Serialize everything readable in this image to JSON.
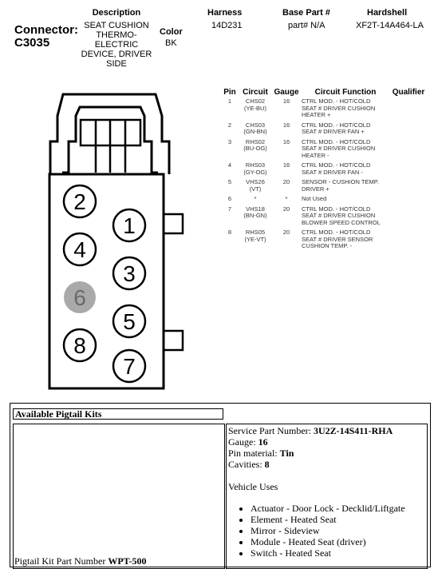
{
  "header": {
    "connector_label": "Connector:",
    "connector_id": "C3035",
    "description_head": "Description",
    "description_lines": [
      "SEAT CUSHION",
      "THERMO-",
      "ELECTRIC",
      "DEVICE, DRIVER",
      "SIDE"
    ],
    "color_head": "Color",
    "color_value": "BK",
    "harness_head": "Harness",
    "harness_value": "14D231",
    "base_part_head": "Base Part #",
    "base_part_value": "part# N/A",
    "hardshell_head": "Hardshell",
    "hardshell_value": "XF2T-14A464-LA"
  },
  "pin_table": {
    "headers": [
      "Pin",
      "Circuit",
      "Gauge",
      "Circuit Function",
      "Qualifier"
    ],
    "rows": [
      {
        "pin": "1",
        "circuit": [
          "CHS02",
          "(YE-BU)"
        ],
        "gauge": "16",
        "function": [
          "CTRL MOD. - HOT/COLD",
          "SEAT # DRIVER CUSHION",
          "HEATER +"
        ]
      },
      {
        "pin": "2",
        "circuit": [
          "CHS03",
          "(GN-BN)"
        ],
        "gauge": "16",
        "function": [
          "CTRL MOD. - HOT/COLD",
          "SEAT # DRIVER FAN +"
        ]
      },
      {
        "pin": "3",
        "circuit": [
          "RHS02",
          "(BU-OG)"
        ],
        "gauge": "16",
        "function": [
          "CTRL MOD. - HOT/COLD",
          "SEAT # DRIVER CUSHION",
          "HEATER -"
        ]
      },
      {
        "pin": "4",
        "circuit": [
          "RHS03",
          "(GY-OG)"
        ],
        "gauge": "16",
        "function": [
          "CTRL MOD. - HOT/COLD",
          "SEAT # DRIVER FAN -"
        ]
      },
      {
        "pin": "5",
        "circuit": [
          "VHS26",
          "(VT)"
        ],
        "gauge": "20",
        "function": [
          "SENSOR - CUSHION TEMP.",
          "DRIVER +"
        ]
      },
      {
        "pin": "6",
        "circuit": [
          "*"
        ],
        "gauge": "*",
        "function": [
          "Not Used"
        ]
      },
      {
        "pin": "7",
        "circuit": [
          "VHS18",
          "(BN-GN)"
        ],
        "gauge": "20",
        "function": [
          "CTRL MOD. - HOT/COLD",
          "SEAT # DRIVER CUSHION",
          "BLOWER SPEED CONTROL"
        ]
      },
      {
        "pin": "8",
        "circuit": [
          "RHS05",
          "(YE-VT)"
        ],
        "gauge": "20",
        "function": [
          "CTRL MOD. - HOT/COLD",
          "SEAT # DRIVER SENSOR",
          "CUSHION TEMP. -"
        ]
      }
    ]
  },
  "diagram": {
    "pins": [
      {
        "num": "1",
        "used": true
      },
      {
        "num": "2",
        "used": true
      },
      {
        "num": "3",
        "used": true
      },
      {
        "num": "4",
        "used": true
      },
      {
        "num": "5",
        "used": true
      },
      {
        "num": "6",
        "used": false
      },
      {
        "num": "7",
        "used": true
      },
      {
        "num": "8",
        "used": true
      }
    ],
    "unused_fill": "#a9a9a9"
  },
  "pigtail": {
    "title": "Available Pigtail Kits",
    "kit_label": "Pigtail Kit Part Number ",
    "kit_number": "WPT-500",
    "service_label": "Service Part Number: ",
    "service_number": "3U2Z-14S411-RHA",
    "gauge_label": "Gauge: ",
    "gauge_value": "16",
    "pin_material_label": "Pin material: ",
    "pin_material_value": "Tin",
    "cavities_label": "Cavities: ",
    "cavities_value": "8",
    "vehicle_uses_label": "Vehicle Uses",
    "vehicle_uses": [
      "Actuator - Door Lock - Decklid/Liftgate",
      "Element - Heated Seat",
      "Mirror - Sideview",
      "Module - Heated Seat (driver)",
      "Switch - Heated Seat"
    ]
  }
}
